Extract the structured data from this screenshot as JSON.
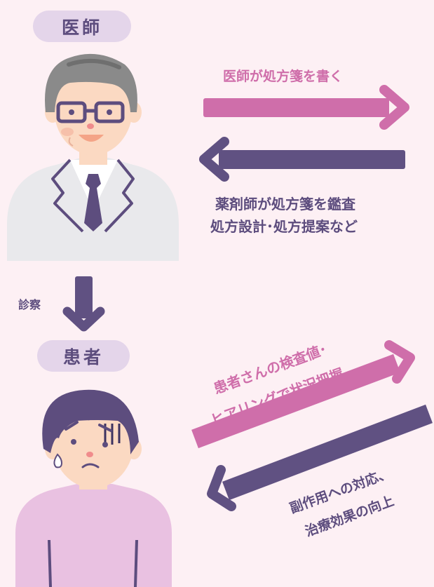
{
  "roles": {
    "doctor": "医師",
    "patient": "患者"
  },
  "labels": {
    "doctor_writes": "医師が処方箋を書く",
    "pharmacist_line1": "薬剤師が処方箋を鑑査",
    "pharmacist_line2": "処方設計･処方提案など",
    "exam": "診察",
    "patient_line1": "患者さんの検査値･",
    "patient_line2": "ヒアリングで状況把握",
    "effect_line1": "副作用への対応、",
    "effect_line2": "治療効果の向上"
  },
  "colors": {
    "background": "#fdf0f4",
    "pink_arrow": "#cf6eaa",
    "purple_arrow": "#605182",
    "pill": "#e4d5ea"
  }
}
